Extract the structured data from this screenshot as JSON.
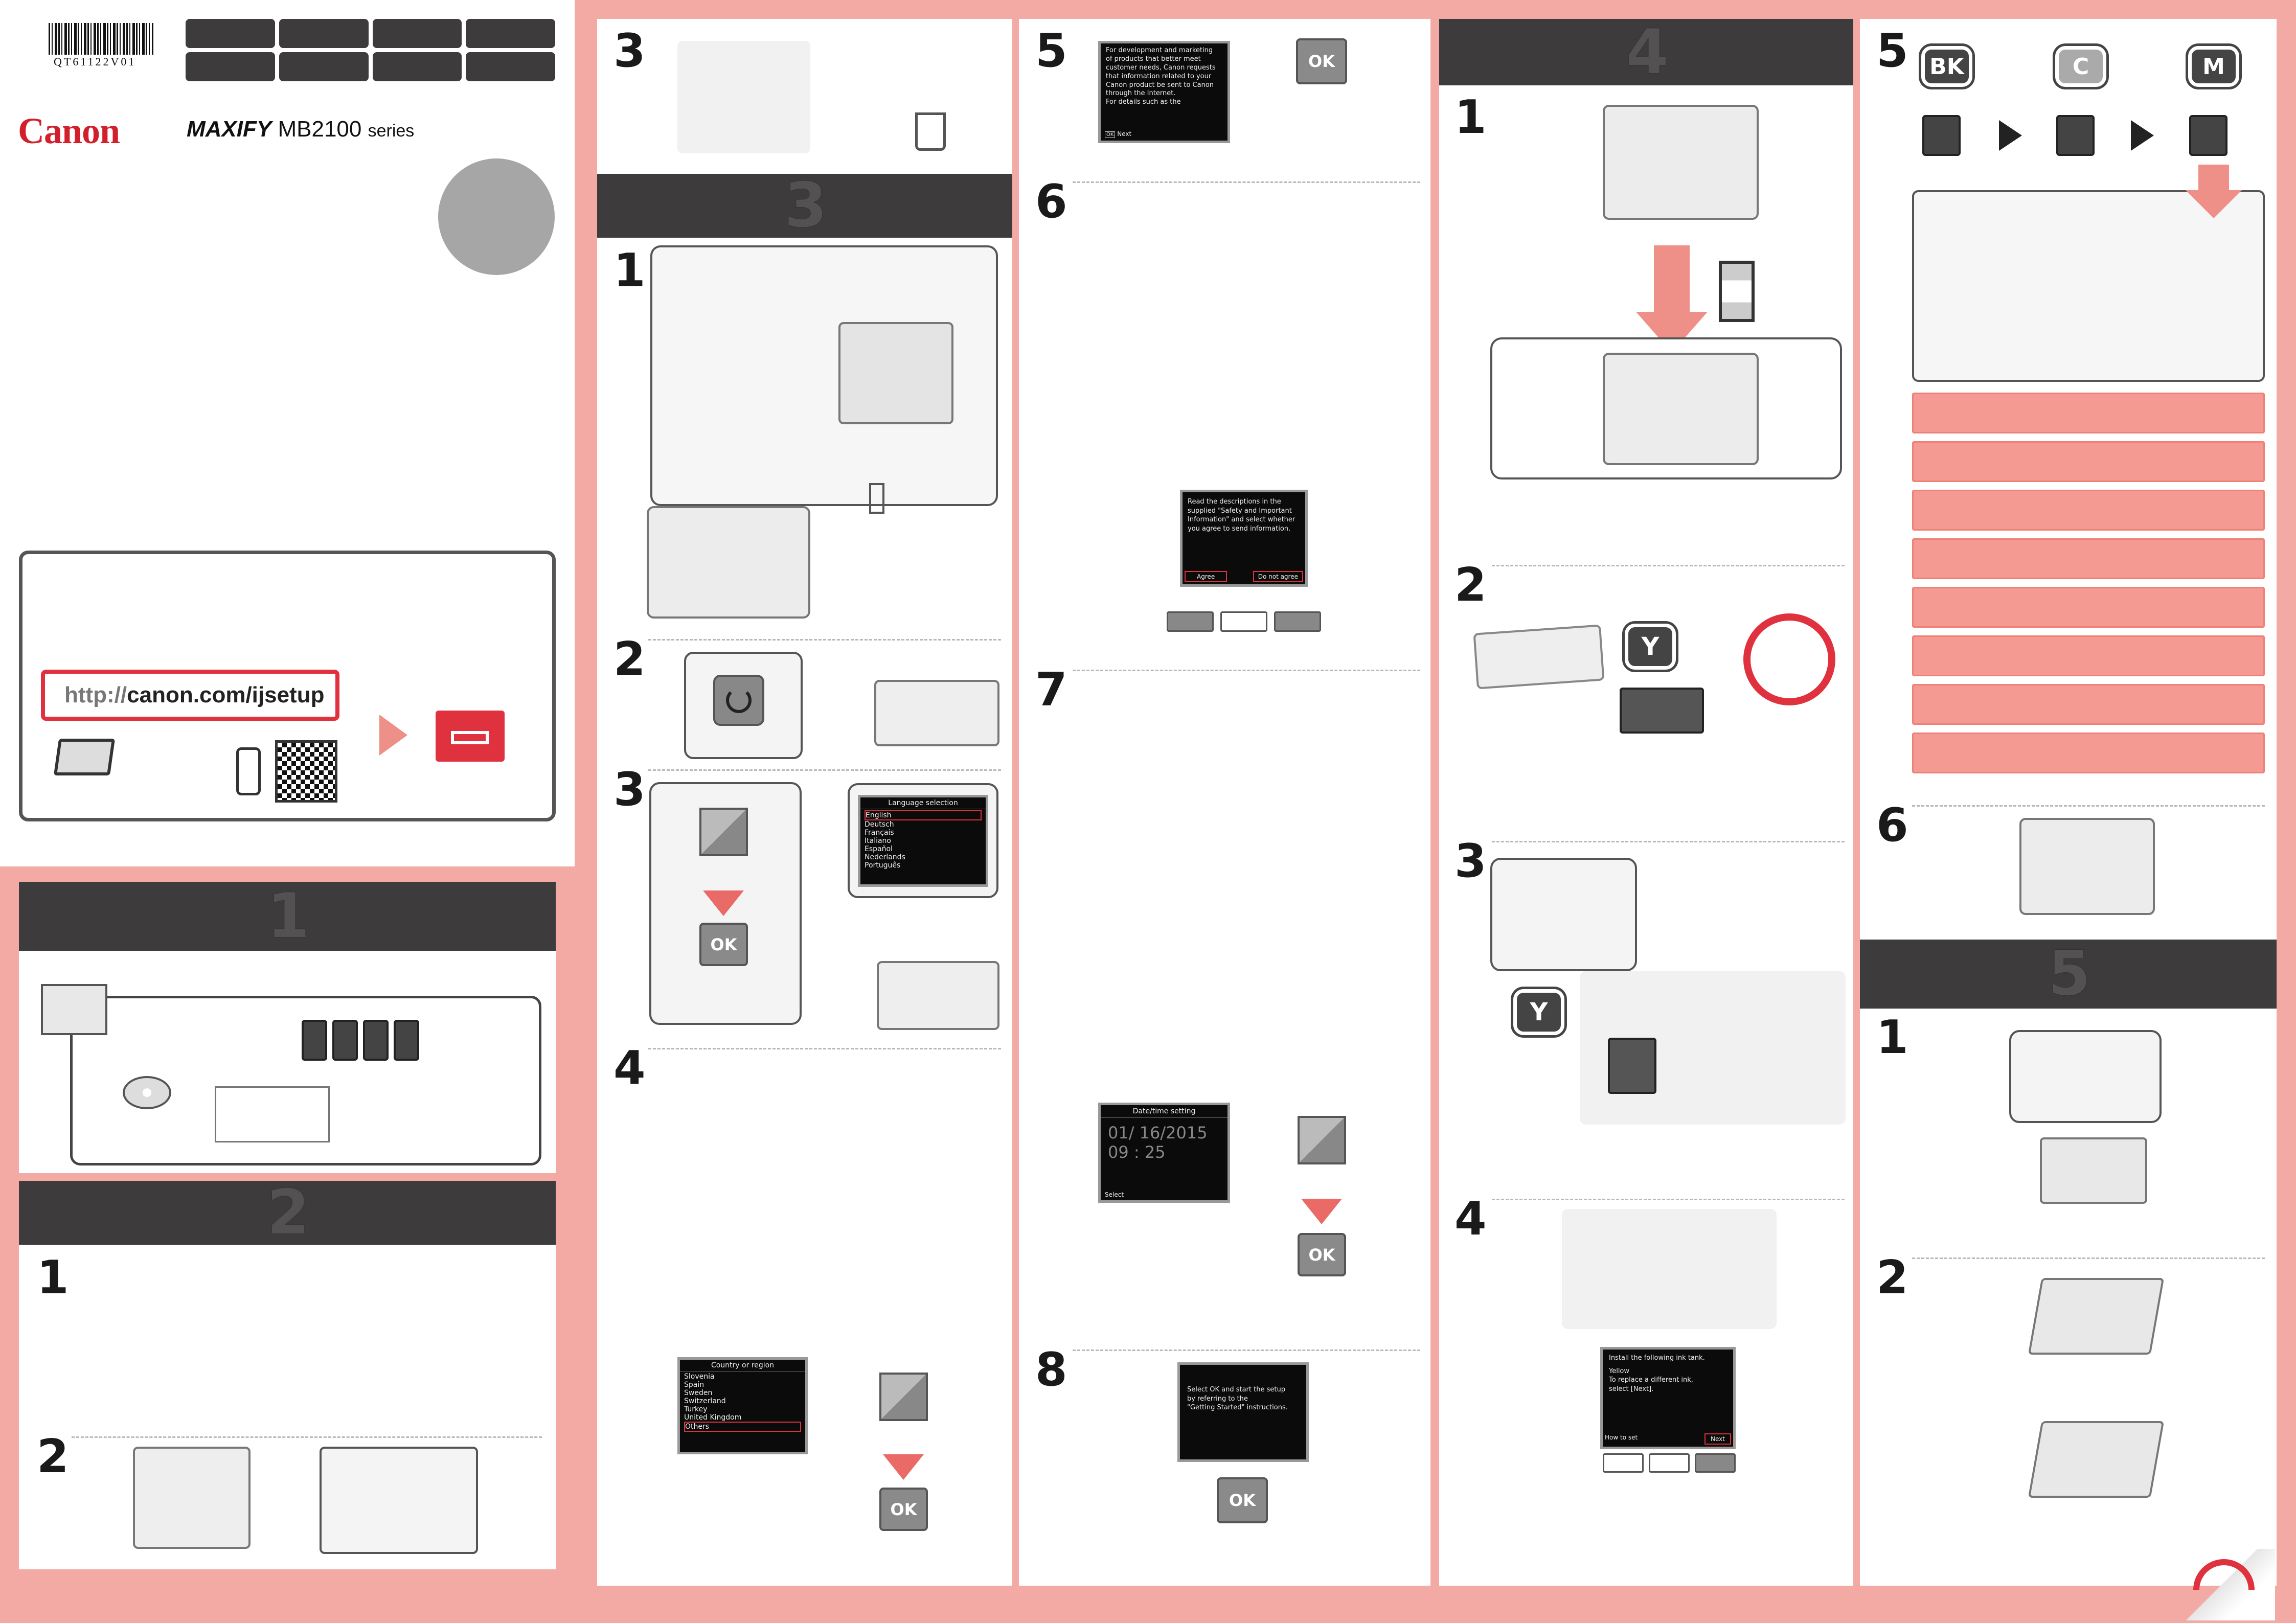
{
  "cover": {
    "doc_code": "QT61122V01",
    "brand": "Canon",
    "model_prefix": "MAXIFY",
    "model": "MB2100",
    "model_suffix": "series",
    "setup_url_prefix": "http://",
    "setup_url_domain": "canon.com/ijsetup"
  },
  "sections": {
    "s1": "1",
    "s2": "2",
    "s3": "3",
    "s4": "4",
    "s5": "5"
  },
  "steps": {
    "n1": "1",
    "n2": "2",
    "n3": "3",
    "n4": "4",
    "n5": "5",
    "n6": "6",
    "n7": "7",
    "n8": "8"
  },
  "screens": {
    "dev_marketing": {
      "lines": [
        "For development and marketing",
        "of products that better meet",
        "customer needs, Canon requests",
        "that information related to your",
        "Canon product be sent to Canon",
        "through the Internet.",
        "For details such as the"
      ],
      "footer": "Next",
      "ok_glyph": "OK"
    },
    "safety": {
      "lines": [
        "Read the descriptions in the",
        "supplied \"Safety and Important",
        "Information\" and select whether",
        "you agree to send information."
      ],
      "agree": "Agree",
      "disagree": "Do not agree"
    },
    "language": {
      "title": "Language selection",
      "items": [
        "English",
        "Deutsch",
        "Français",
        "Italiano",
        "Español",
        "Nederlands",
        "Português"
      ],
      "selected": "English"
    },
    "country": {
      "title": "Country or region",
      "items": [
        "Slovenia",
        "Spain",
        "Sweden",
        "Switzerland",
        "Turkey",
        "United Kingdom",
        "Others"
      ],
      "selected": "Others"
    },
    "datetime": {
      "title": "Date/time setting",
      "date": "01/ 16/2015",
      "time": "09 : 25",
      "footer": "Select"
    },
    "getting_started": {
      "lines": [
        "Select OK and start the setup",
        "by referring to the",
        "\"Getting Started\" instructions."
      ]
    },
    "install_ink": {
      "lines": [
        "Install the following ink tank.",
        "Yellow",
        "To replace a different ink,",
        "select [Next]."
      ],
      "howto": "How to set",
      "next": "Next"
    }
  },
  "buttons": {
    "ok": "OK"
  },
  "ink": {
    "y": "Y",
    "bk": "BK",
    "c": "C",
    "m": "M"
  }
}
